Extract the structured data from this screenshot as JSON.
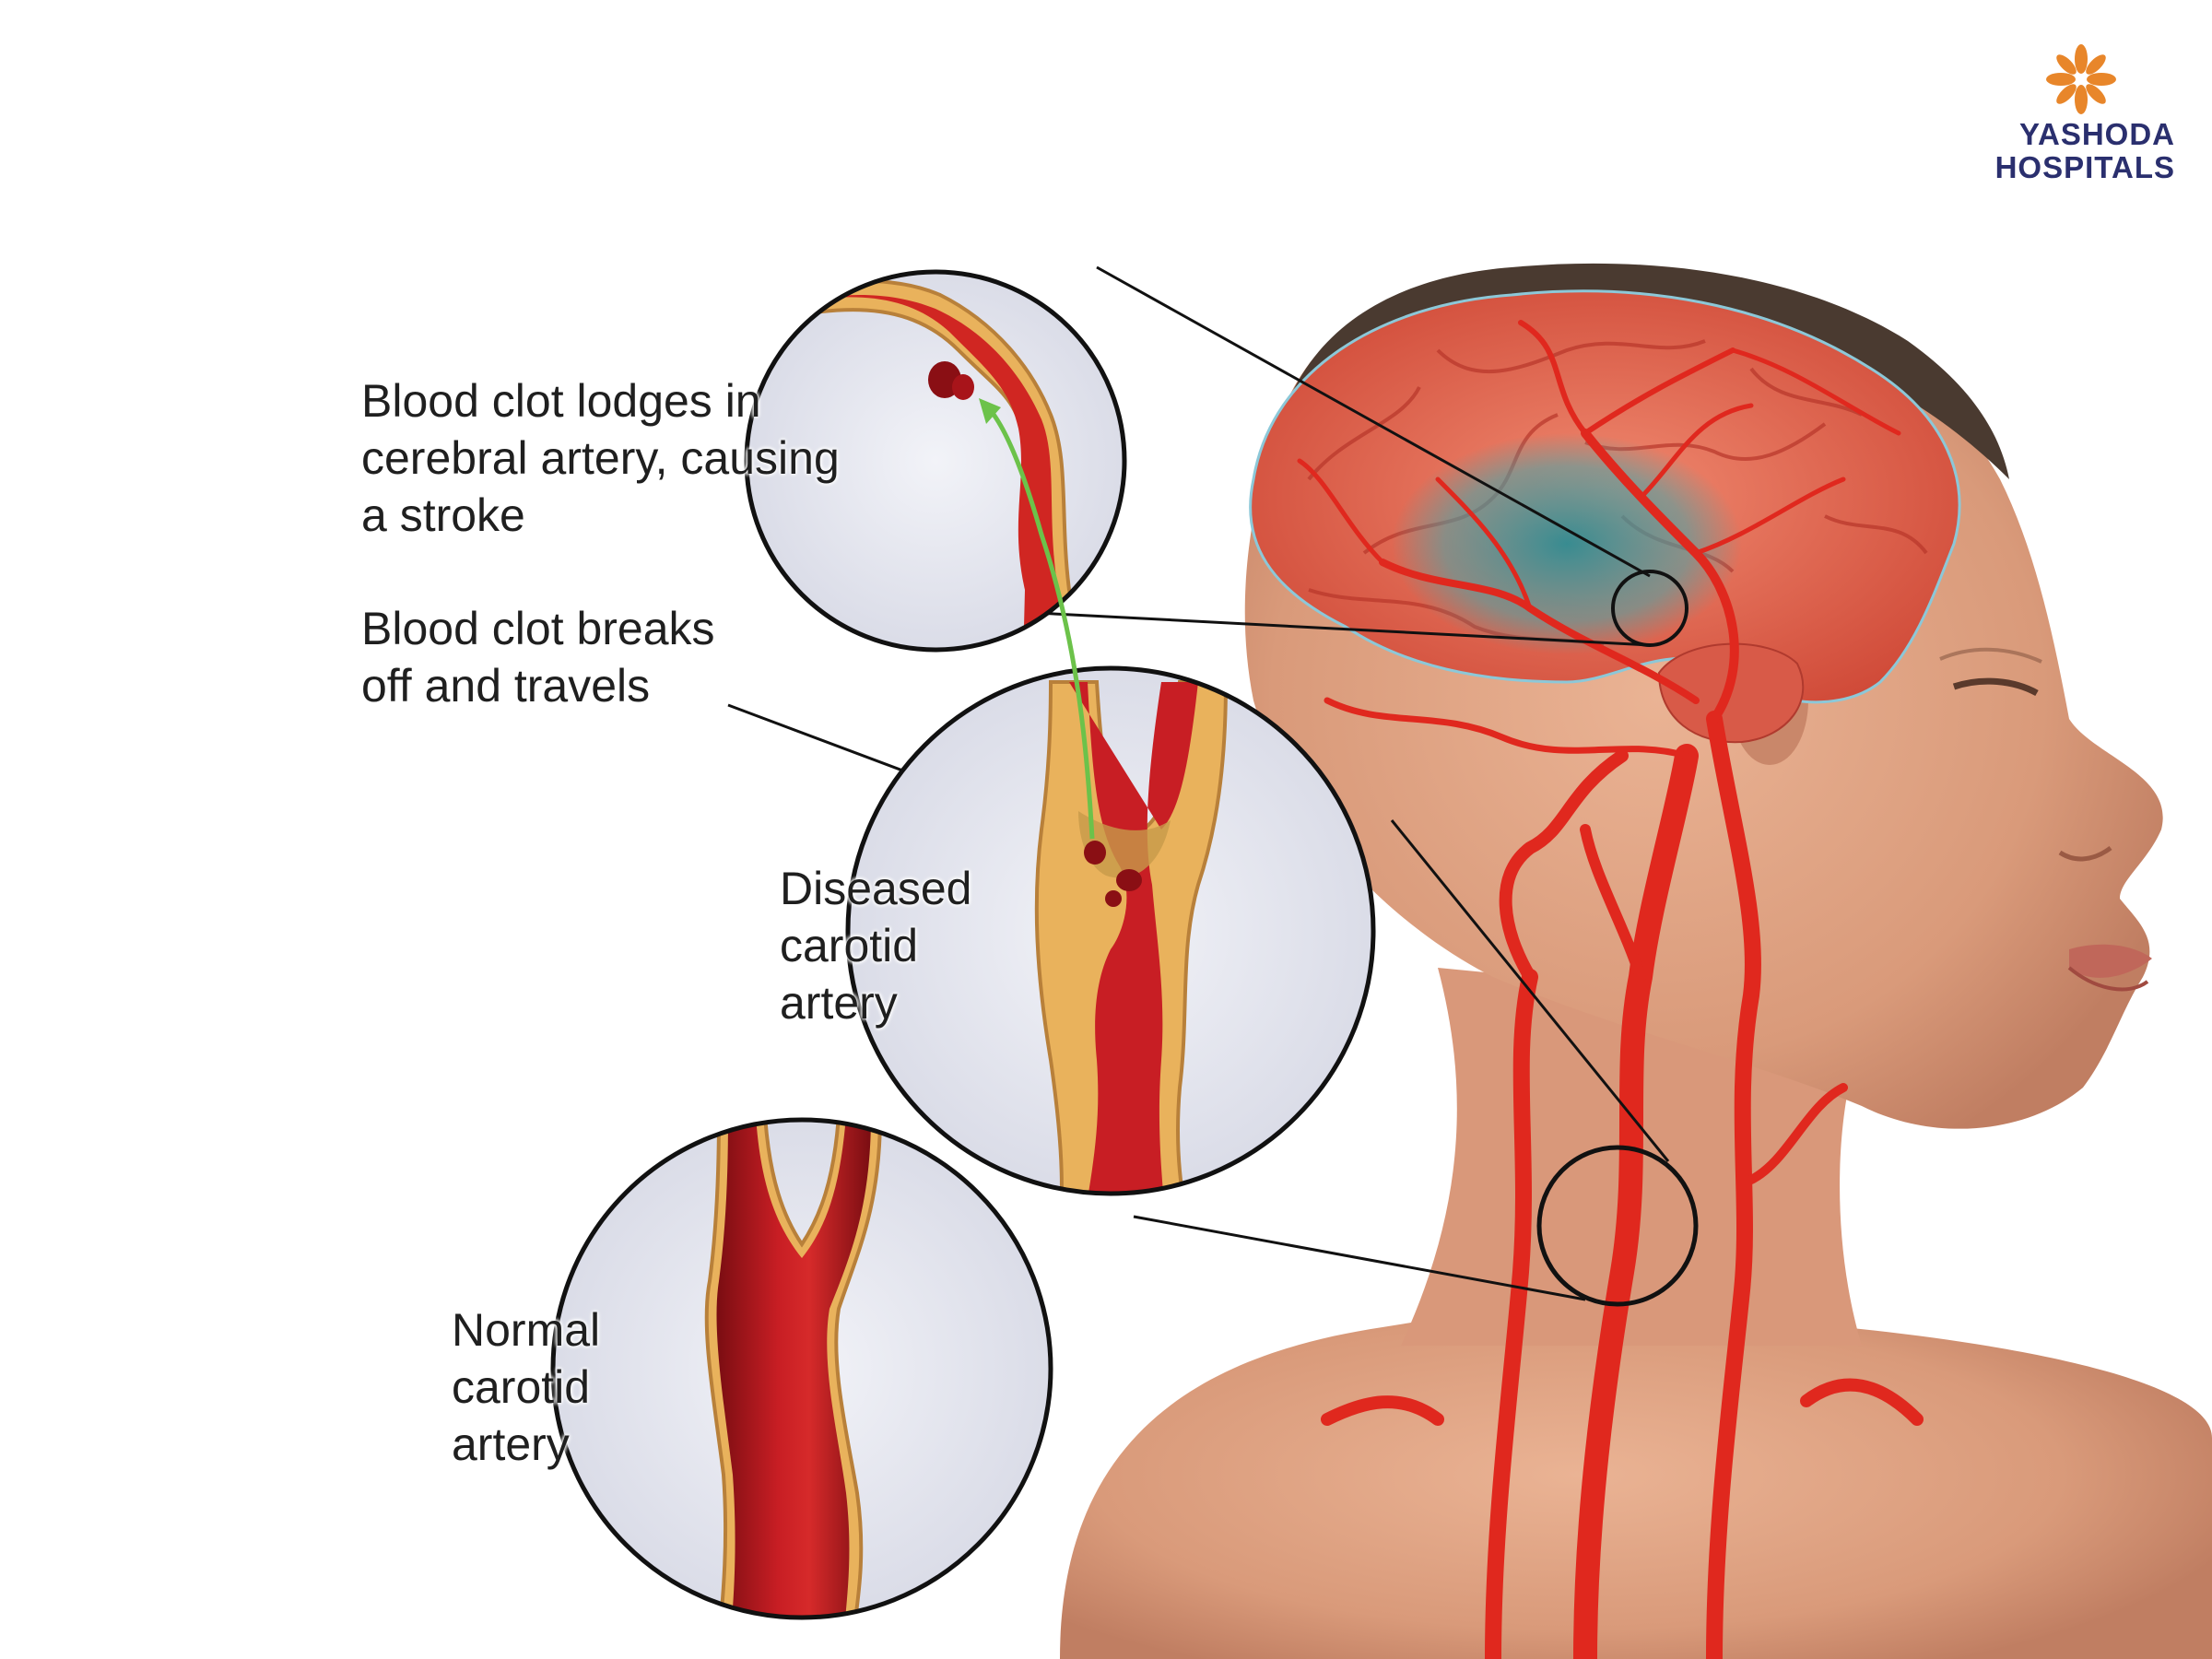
{
  "brand": {
    "line1": "YASHODA",
    "line2": "HOSPITALS",
    "petal_color": "#e8862a",
    "text_color": "#2a2f6e"
  },
  "labels": {
    "stroke": [
      "Blood clot lodges in",
      "cerebral artery, causing",
      "a stroke"
    ],
    "travel": [
      "Blood clot breaks",
      "off and travels"
    ],
    "diseased": [
      "Diseased",
      "carotid",
      "artery"
    ],
    "normal": [
      "Normal",
      "carotid",
      "artery"
    ]
  },
  "colors": {
    "artery": "#e0281e",
    "artery_dark": "#a8141a",
    "plaque": "#e9b25c",
    "clot": "#8a0f14",
    "ischemia": "#3d8f94",
    "skin": "#e6a888",
    "hair": "#4a3a30",
    "arrow": "#6cc24a"
  }
}
